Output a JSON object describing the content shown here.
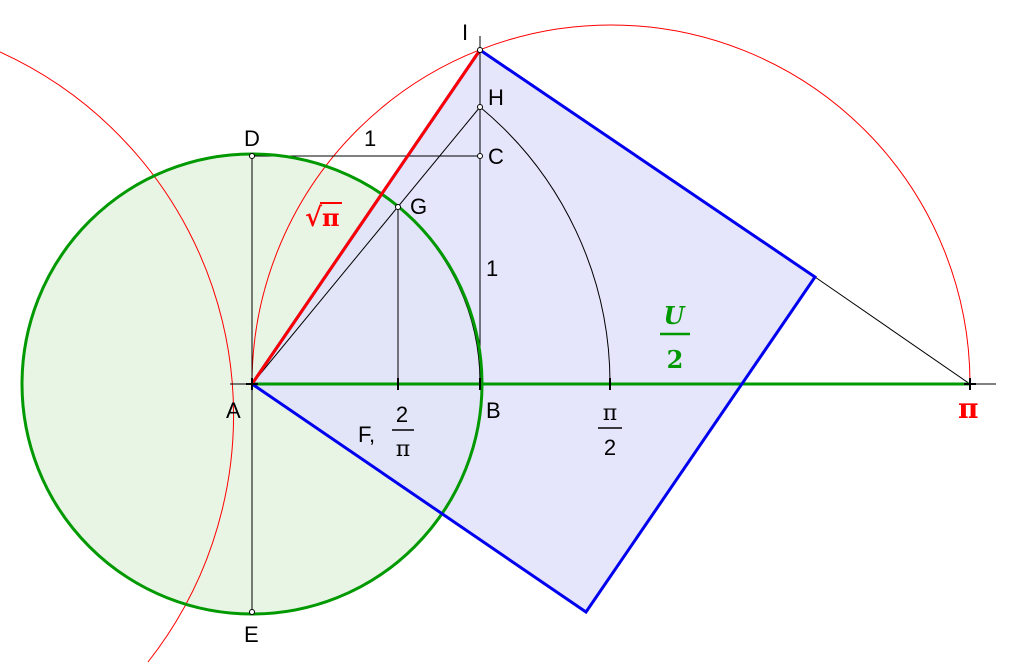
{
  "colors": {
    "black": "#000000",
    "red": "#ff0000",
    "green": "#009900",
    "blue": "#0000ee",
    "circle_fill": "#e8f4e4",
    "square_fill": "#e0e0fa",
    "overlap_fill": "#d0e0e0"
  },
  "points": {
    "A": "A",
    "B": "B",
    "C": "C",
    "D": "D",
    "E": "E",
    "F": "F,",
    "G": "G",
    "H": "H",
    "I": "I"
  },
  "segment_labels": {
    "dc": "1",
    "bc": "1"
  },
  "fractions": {
    "two_over_pi": {
      "num": "2",
      "den": "π"
    },
    "pi_over_two": {
      "num": "π",
      "den": "2"
    },
    "u_over_two": {
      "num": "U",
      "den": "2"
    }
  },
  "sqrt_pi": {
    "radical": "√",
    "radicand": "π"
  },
  "pi_mark": "π"
}
